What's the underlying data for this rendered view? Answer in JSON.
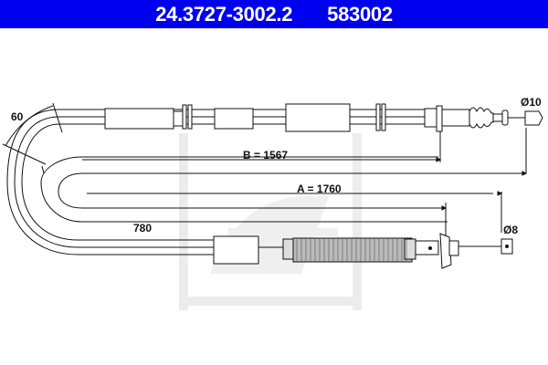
{
  "header": {
    "part_number": "24.3727-3002.2",
    "ref_number": "583002",
    "background_color": "#0000f0",
    "text_color": "#ffffff"
  },
  "diagram": {
    "type": "brake-cable-technical-drawing",
    "watermark": "ate-logo",
    "dimensions": {
      "bend_angle": "60",
      "length_b": "B = 1567",
      "length_a": "A = 1760",
      "inner_length": "780",
      "end_diameter_top": "Ø10",
      "end_diameter_bottom": "Ø8"
    }
  }
}
